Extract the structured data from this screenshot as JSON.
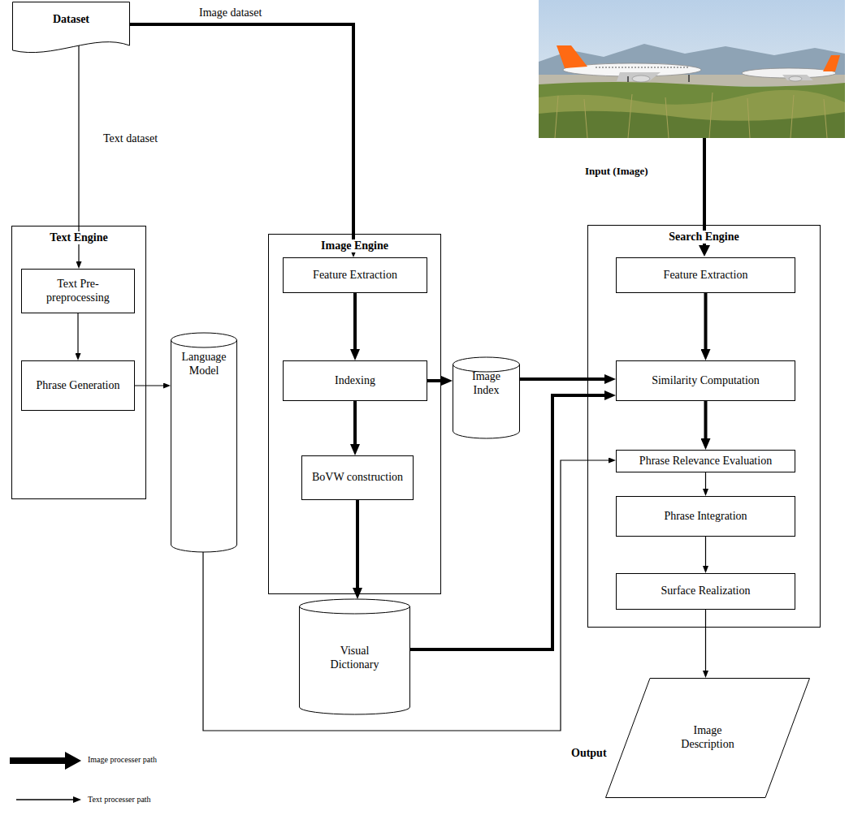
{
  "diagram": {
    "nodes": [
      {
        "text": [
          "Dataset"
        ]
      },
      {
        "text": [
          "Text Engine"
        ]
      },
      {
        "text": [
          "Text Pre- preprocessing"
        ],
        "in": 1
      },
      {
        "text": [
          "Phrase Generation"
        ],
        "in": 1
      },
      {
        "text": [
          "Language Model"
        ]
      },
      {
        "text": [
          "Image Engine"
        ]
      },
      {
        "text": [
          "Feature Extraction"
        ],
        "in": 5
      },
      {
        "text": [
          "Indexing"
        ],
        "in": 5
      },
      {
        "text": [
          "BoVW construction"
        ],
        "in": 5
      },
      {
        "text": [
          "Image Index"
        ]
      },
      {
        "text": [
          "Visual Dictionary"
        ]
      },
      {
        "text": [
          "Search Engine"
        ]
      },
      {
        "text": [
          "Feature Extraction"
        ],
        "in": 11
      },
      {
        "text": [
          "Similarity Computation"
        ],
        "in": 11
      },
      {
        "text": [
          "Phrase Relevance Evaluation"
        ],
        "in": 11
      },
      {
        "text": [
          "Phrase Integration"
        ],
        "in": 11
      },
      {
        "text": [
          "Surface Realization"
        ],
        "in": 11
      },
      {
        "text": [
          "Image Description"
        ]
      }
    ],
    "edges": [
      {
        "from": 0,
        "to": 2,
        "arrow": "to",
        "label": "Text dataset"
      },
      {
        "from": 0,
        "to": 6,
        "arrow": "to",
        "label": "Image dataset"
      },
      {
        "from": 2,
        "to": 3,
        "arrow": "to"
      },
      {
        "from": 3,
        "to": 4,
        "arrow": "to"
      },
      {
        "from": 6,
        "to": 7,
        "arrow": "to"
      },
      {
        "from": 7,
        "to": 9,
        "arrow": "to"
      },
      {
        "from": 7,
        "to": 8,
        "arrow": "to"
      },
      {
        "from": 8,
        "to": 10,
        "arrow": "to"
      },
      {
        "from": 9,
        "to": 13,
        "arrow": "to"
      },
      {
        "from": 10,
        "to": 13,
        "arrow": "to"
      },
      {
        "from": 12,
        "to": 13,
        "arrow": "to"
      },
      {
        "from": 13,
        "to": 14,
        "arrow": "to"
      },
      {
        "from": 4,
        "to": 14,
        "arrow": "to"
      },
      {
        "from": 14,
        "to": 15,
        "arrow": "to"
      },
      {
        "from": 15,
        "to": 16,
        "arrow": "to"
      },
      {
        "from": 16,
        "to": 17,
        "arrow": "to"
      }
    ],
    "labels": [
      "Input (Image)",
      "Output"
    ],
    "legend": [
      {
        "text": "Image processer path"
      },
      {
        "text": "Text processer path"
      }
    ]
  }
}
